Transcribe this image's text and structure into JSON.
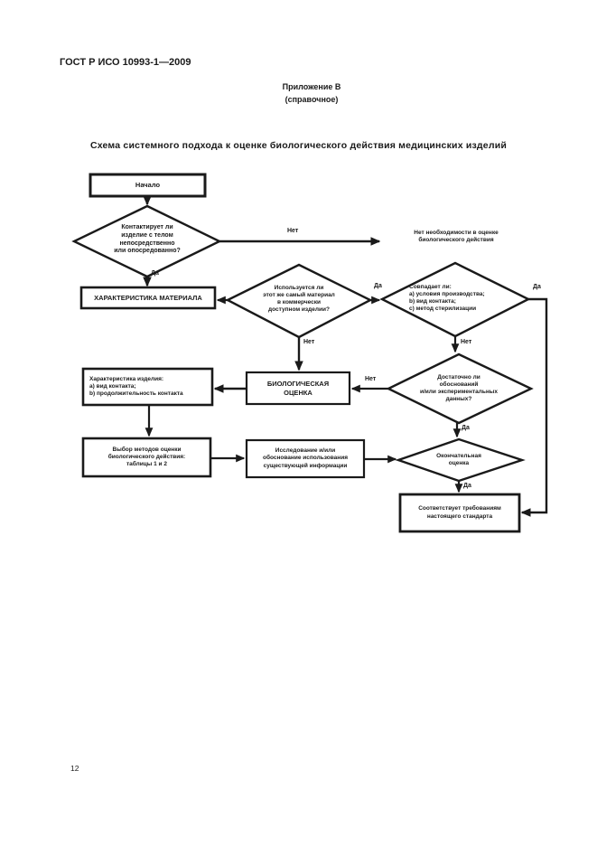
{
  "page": {
    "header": "ГОСТ Р ИСО 10993-1—2009",
    "appendix_label": "Приложение В",
    "appendix_type": "(справочное)",
    "title": "Схема системного подхода к оценке биологического действия медицинских изделий",
    "page_number": "12"
  },
  "flowchart": {
    "labels": {
      "yes": "Да",
      "no": "Нет"
    },
    "nodes": {
      "start": "Начало",
      "contact_question": "Контактирует ли\nизделие с телом\nнепосредственно\nили опосредованно?",
      "no_evaluation_needed": "Нет необходимости в оценке\nбиологического действия",
      "material_characteristics": "ХАРАКТЕРИСТИКА МАТЕРИАЛА",
      "same_material_question": "Используется ли\nэтот же самый материал\nв коммерчески\nдоступном изделии?",
      "match_question": "Совпадает ли:\nа) условия производства;\nb) вид контакта;\nс) метод стерилизации",
      "device_characteristics": "Характеристика изделия:\nа) вид контакта;\nb) продолжительность контакта",
      "biological_evaluation": "БИОЛОГИЧЕСКАЯ\nОЦЕНКА",
      "sufficient_data_question": "Достаточно ли\nобоснований\nи/или экспериментальных\nданных?",
      "method_selection": "Выбор методов оценки\nбиологического действия:\nтаблицы 1 и 2",
      "research_justification": "Исследование и/или\nобоснование использования\nсуществующей информации",
      "final_evaluation": "Окончательная\nоценка",
      "complies_standard": "Соответствует требованиям\nнастоящего стандарта"
    }
  }
}
